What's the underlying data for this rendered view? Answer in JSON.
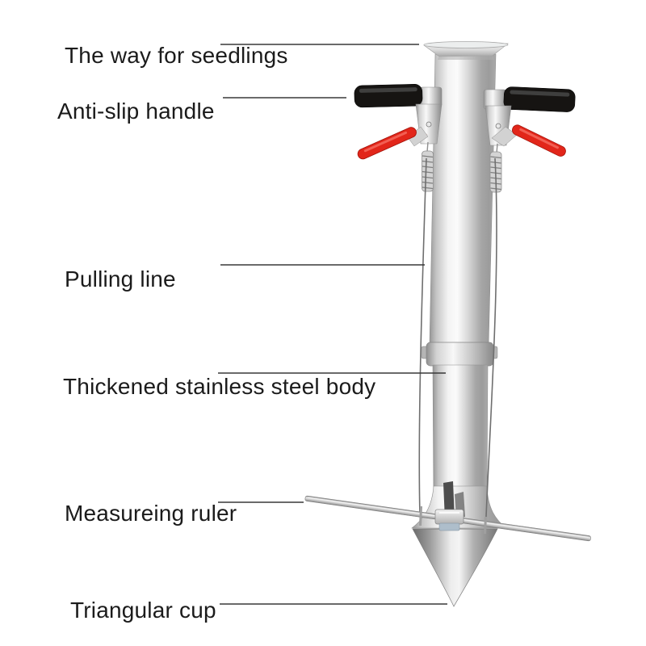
{
  "diagram": {
    "type": "labeled-product-diagram",
    "subject": "seedling transplanter tool",
    "background": "#ffffff",
    "labels": [
      {
        "text": "The way for seedlings",
        "target": "funnel-opening"
      },
      {
        "text": "Anti-slip handle",
        "target": "handle-grip"
      },
      {
        "text": "Pulling line",
        "target": "pull-cable"
      },
      {
        "text": "Thickened stainless steel body",
        "target": "steel-tube-body"
      },
      {
        "text": "Measureing ruler",
        "target": "measuring-rod"
      },
      {
        "text": "Triangular cup",
        "target": "cone-tip"
      }
    ],
    "colors": {
      "label_text": "#1b1b1b",
      "pointer_line": "#383838",
      "lever_red": "#e2261a",
      "grip_black": "#161412",
      "steel_highlight": "#f7f7f7",
      "steel_shadow": "#8f8f8f",
      "cable_gray": "#6f6f6f"
    }
  }
}
